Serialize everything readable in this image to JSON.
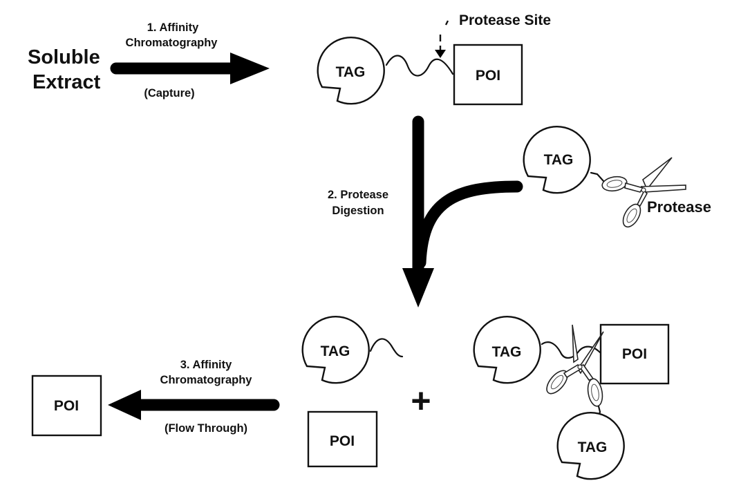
{
  "figure": {
    "source_label": [
      "Soluble",
      "Extract"
    ],
    "step1": {
      "title": [
        "1. Affinity",
        "Chromatography"
      ],
      "note": "(Capture)"
    },
    "step2": {
      "title": [
        "2. Protease",
        "Digestion"
      ]
    },
    "step3": {
      "title": [
        "3. Affinity",
        "Chromatography"
      ],
      "note": "(Flow Through)"
    },
    "protease_site_label": "Protease Site",
    "protease_label": "Protease",
    "tag_label": "TAG",
    "poi_label": "POI",
    "plus_symbol": "+"
  }
}
